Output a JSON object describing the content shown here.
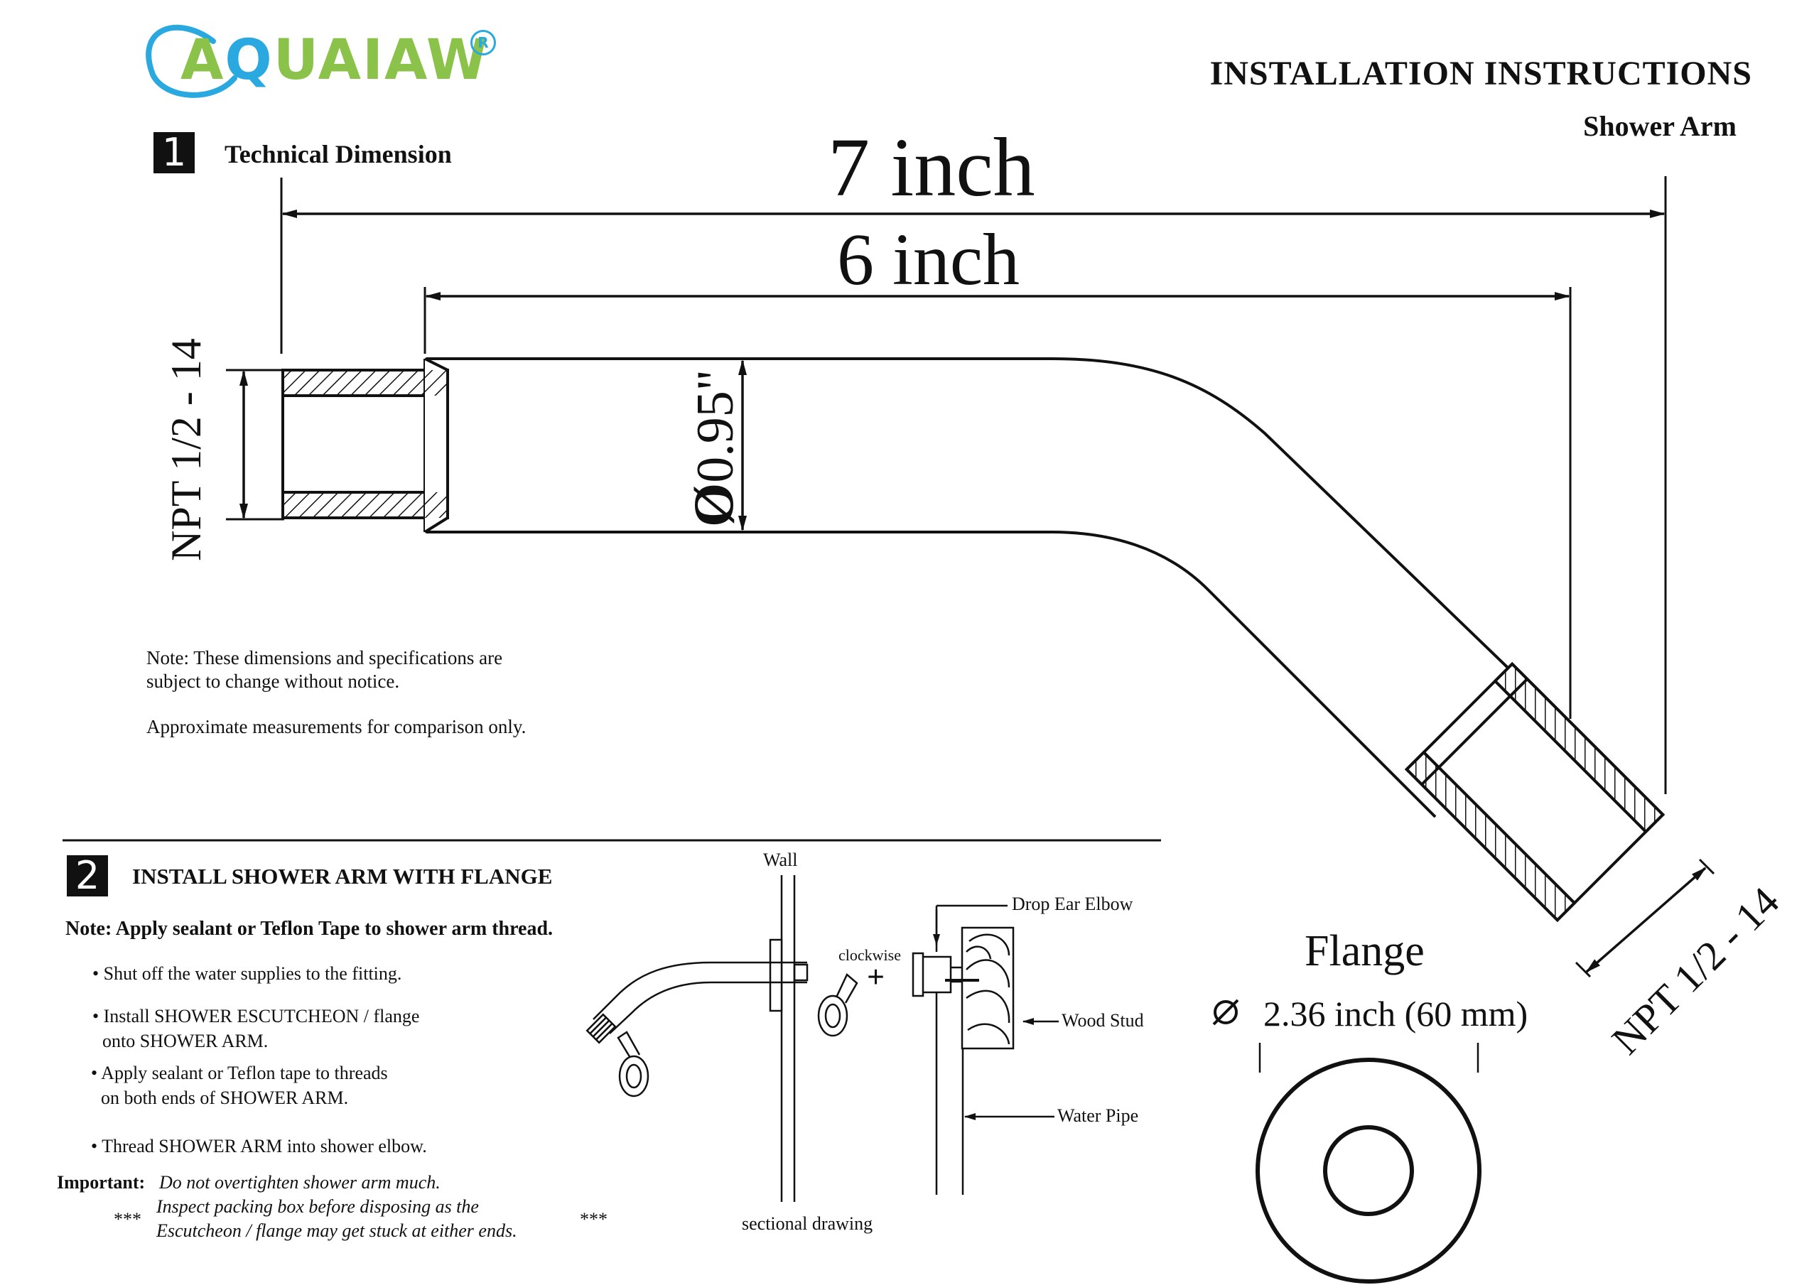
{
  "brand": {
    "logo_text_a": "A",
    "logo_text_q": "Q",
    "logo_text_rest": "UAIAW",
    "registered": "R",
    "color_green": "#8bc34a",
    "color_blue": "#29a9e0"
  },
  "header": {
    "title": "INSTALLATION INSTRUCTIONS",
    "subtitle": "Shower Arm"
  },
  "section1": {
    "number": "1",
    "label": "Technical Dimension",
    "dim_total": "7 inch",
    "dim_arm": "6 inch",
    "dim_diameter": "0.95\"",
    "npt_left": "NPT 1/2 - 14",
    "npt_right": "NPT 1/2 - 14",
    "note_line1": "Note: These dimensions and specifications are",
    "note_line2": "subject to change without notice.",
    "note_line3": "Approximate measurements for comparison only."
  },
  "flange": {
    "label": "Flange",
    "diameter": "2.36 inch (60 mm)"
  },
  "section2": {
    "number": "2",
    "label": "INSTALL SHOWER ARM WITH FLANGE",
    "note": "Note: Apply sealant or Teflon Tape to shower arm thread.",
    "steps": [
      "• Shut off the water supplies to the fitting.",
      "• Install SHOWER ESCUTCHEON / flange",
      "onto SHOWER ARM.",
      "• Apply sealant or Teflon tape to threads",
      "on both ends of SHOWER ARM.",
      "• Thread SHOWER ARM into shower elbow."
    ],
    "important_label": "Important:",
    "important_line1": "Do not overtighten shower arm much.",
    "important_line2": "Inspect packing box before disposing as the",
    "important_line3": "Escutcheon / flange may get stuck at either ends.",
    "stars": "***"
  },
  "sectional": {
    "wall": "Wall",
    "drop_ear_elbow": "Drop Ear Elbow",
    "clockwise": "clockwise",
    "plus": "+",
    "wood_stud": "Wood Stud",
    "water_pipe": "Water Pipe",
    "caption": "sectional drawing"
  }
}
